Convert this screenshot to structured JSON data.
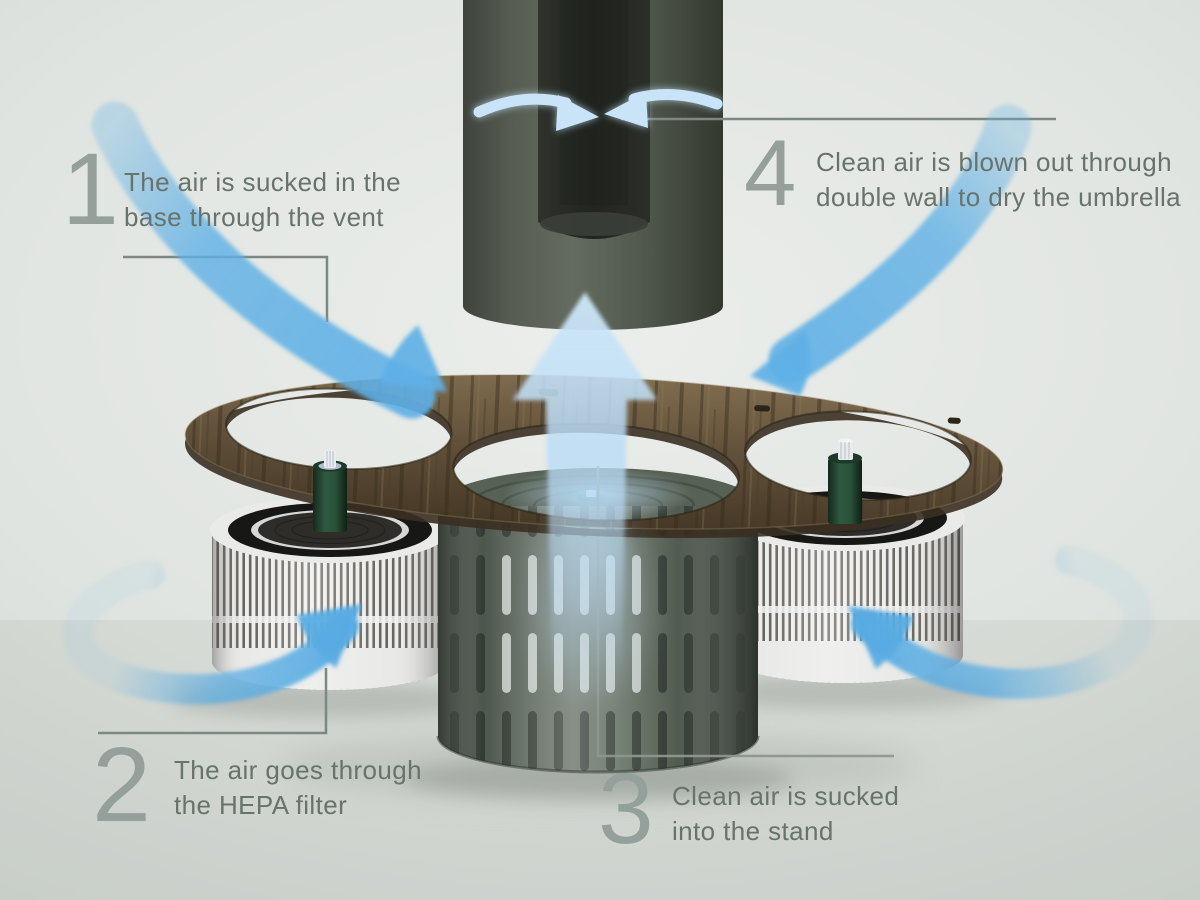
{
  "annotations": {
    "steps": [
      {
        "num": "1",
        "line1": "The air is sucked in the",
        "line2": "base through the vent"
      },
      {
        "num": "2",
        "line1": "The air goes through",
        "line2": "the HEPA filter"
      },
      {
        "num": "3",
        "line1": "Clean air is sucked",
        "line2": "into the stand"
      },
      {
        "num": "4",
        "line1": "Clean air is blown out through",
        "line2": "double wall to dry the umbrella"
      }
    ]
  },
  "graphics": {
    "icons": [
      "intake-arrow-left-icon",
      "intake-arrow-right-icon",
      "swirl-arrow-left-icon",
      "swirl-arrow-right-icon",
      "clean-air-up-arrow-icon",
      "tube-inflow-arrow-left-icon",
      "tube-inflow-arrow-right-icon"
    ]
  },
  "colors": {
    "background": "#e0e4e0",
    "accent_blue": "#5fb0e6",
    "pale_blue": "#c4e2f8",
    "text": "#68736c",
    "step_number": "#96a09a",
    "leader_line": "#7c8881",
    "wood": "#63523b",
    "tube_gray_green": "#4a5046",
    "stand_olive": "#5d675c",
    "filter_white": "#ededeb",
    "post_green": "#2f5940"
  }
}
